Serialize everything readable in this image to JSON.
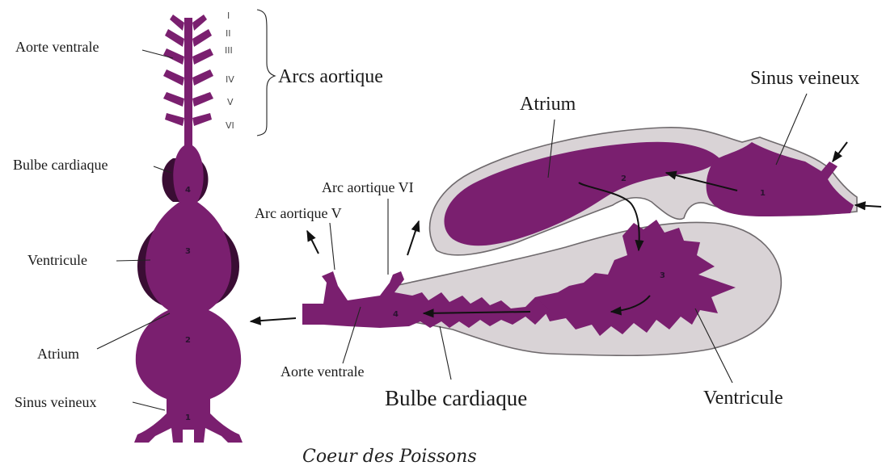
{
  "colors": {
    "tissue": "#7a1f6f",
    "tissue_dark": "#3a0d34",
    "pericardium": "#d9d3d6",
    "outline": "#6f6a6d"
  },
  "left_figure": {
    "arch_numerals": [
      "I",
      "II",
      "III",
      "IV",
      "V",
      "VI"
    ],
    "chamber_numbers": [
      "4",
      "3",
      "2",
      "1"
    ],
    "labels": {
      "aorte_ventrale": "Aorte ventrale",
      "arcs_aortique": "Arcs aortique",
      "bulbe_cardiaque": "Bulbe cardiaque",
      "ventricule": "Ventricule",
      "atrium": "Atrium",
      "sinus_veineux": "Sinus veineux"
    }
  },
  "right_figure": {
    "chamber_numbers": [
      "1",
      "2",
      "3",
      "4"
    ],
    "labels": {
      "atrium": "Atrium",
      "sinus_veineux": "Sinus veineux",
      "arc_aortique_vi": "Arc aortique VI",
      "arc_aortique_v": "Arc aortique V",
      "aorte_ventrale": "Aorte ventrale",
      "bulbe_cardiaque": "Bulbe cardiaque",
      "ventricule": "Ventricule"
    }
  },
  "caption": "Coeur des Poissons"
}
